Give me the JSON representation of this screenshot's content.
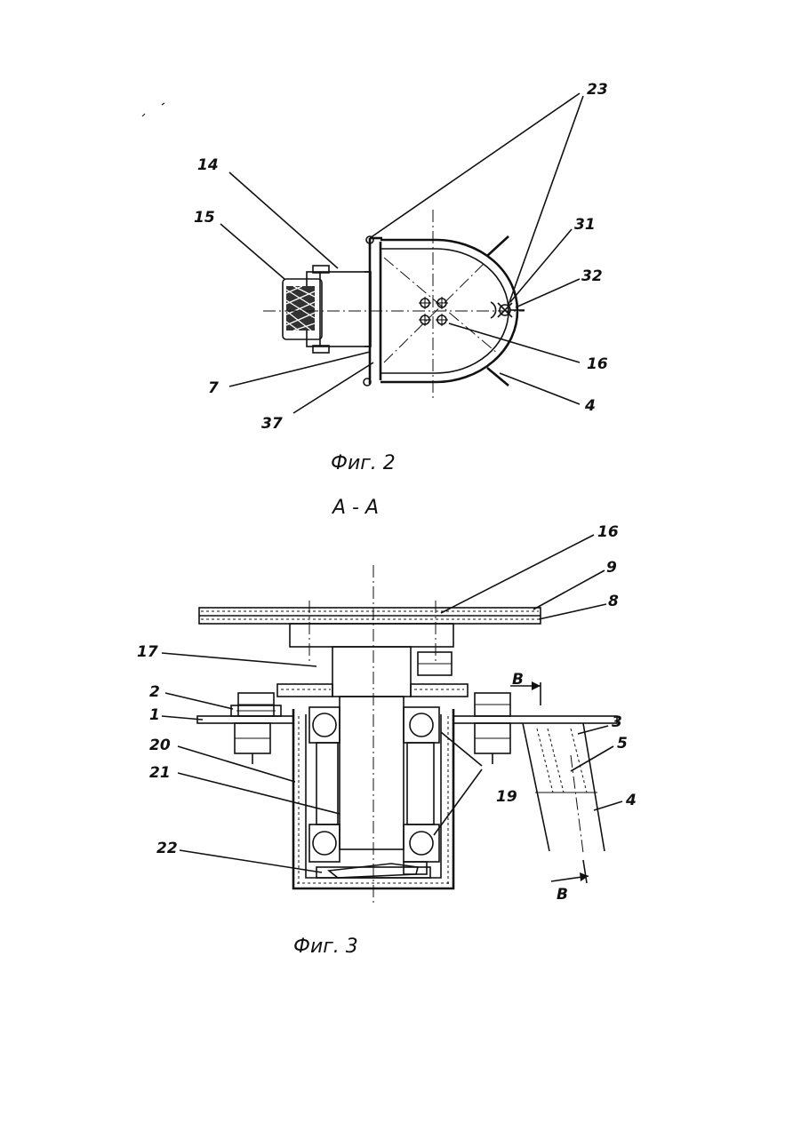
{
  "figure2": {
    "caption": "Фиг. 2",
    "labels": {
      "l23": "23",
      "l14": "14",
      "l15": "15",
      "l31": "31",
      "l32": "32",
      "l16": "16",
      "l7": "7",
      "l37": "37",
      "l4": "4"
    }
  },
  "section_title": "A - A",
  "figure3": {
    "caption": "Фиг. 3",
    "labels": {
      "l16": "16",
      "l9": "9",
      "l8": "8",
      "l17": "17",
      "l2": "2",
      "l1": "1",
      "l20": "20",
      "l21": "21",
      "l22": "22",
      "l19": "19",
      "l3": "3",
      "l5": "5",
      "l4": "4",
      "lB1": "B",
      "lB2": "B"
    }
  }
}
